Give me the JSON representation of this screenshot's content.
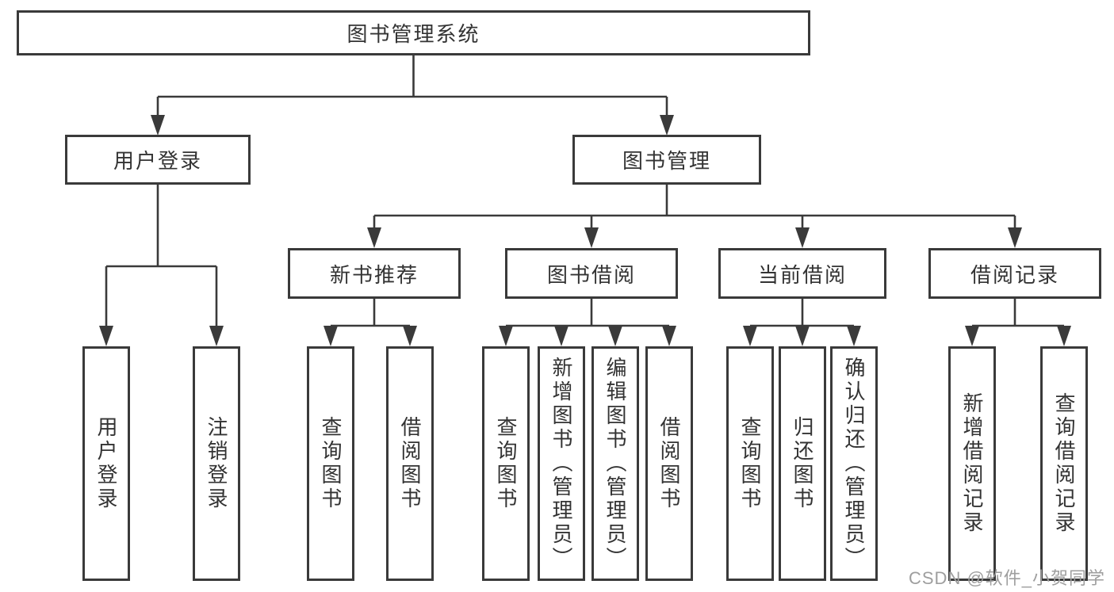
{
  "tree": {
    "label": "图书管理系统",
    "children": [
      {
        "label": "用户登录",
        "children": [
          {
            "label": "用户登录"
          },
          {
            "label": "注销登录"
          }
        ]
      },
      {
        "label": "图书管理",
        "children": [
          {
            "label": "新书推荐",
            "children": [
              {
                "label": "查询图书"
              },
              {
                "label": "借阅图书"
              }
            ]
          },
          {
            "label": "图书借阅",
            "children": [
              {
                "label": "查询图书"
              },
              {
                "label": "新增图书（管理员）"
              },
              {
                "label": "编辑图书（管理员）"
              },
              {
                "label": "借阅图书"
              }
            ]
          },
          {
            "label": "当前借阅",
            "children": [
              {
                "label": "查询图书"
              },
              {
                "label": "归还图书"
              },
              {
                "label": "确认归还（管理员）"
              }
            ]
          },
          {
            "label": "借阅记录",
            "children": [
              {
                "label": "新增借阅记录"
              },
              {
                "label": "查询借阅记录"
              }
            ]
          }
        ]
      }
    ]
  },
  "watermark": {
    "text": "CSDN @软件_小贺同学"
  },
  "colors": {
    "line": "#3a3a3a",
    "text": "#333333",
    "node_bg": "#ffffff",
    "watermark": "#9e9e9e",
    "background": "#ffffff"
  }
}
